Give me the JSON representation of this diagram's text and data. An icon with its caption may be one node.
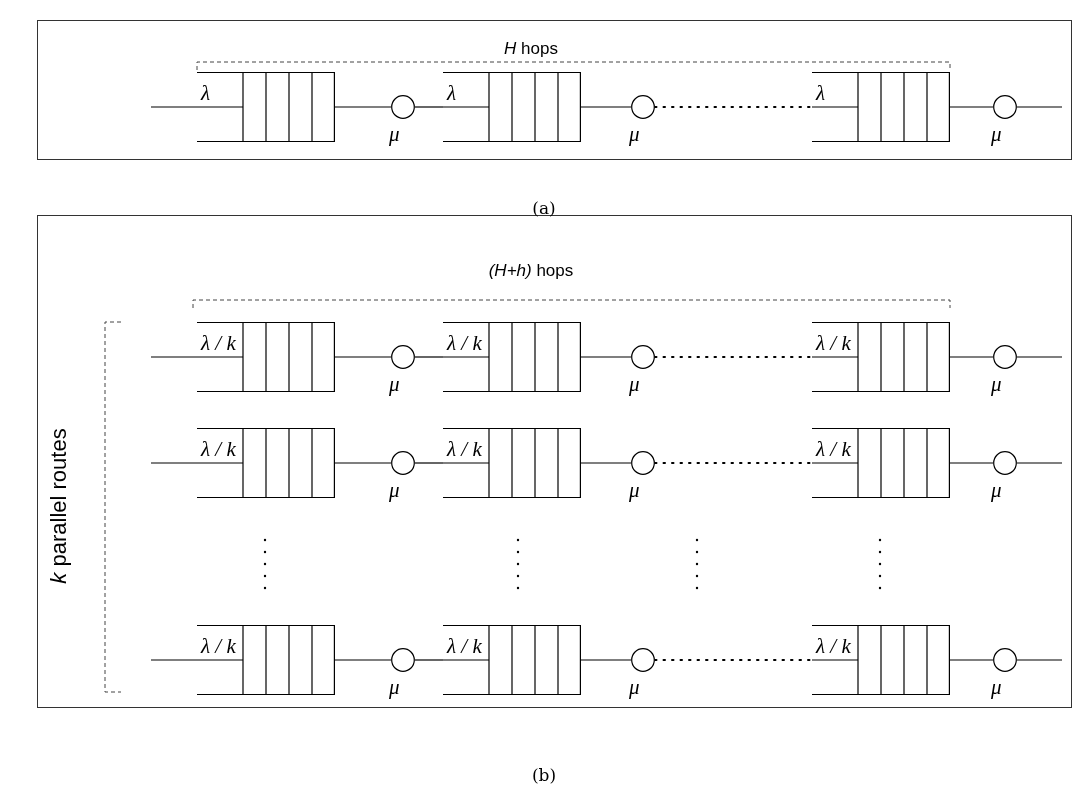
{
  "diagram": {
    "nodes": [
      {
        "text": [
          "*H* hops"
        ]
      },
      {
        "text": [
          "λ"
        ],
        "in": 0
      },
      {
        "text": [],
        "shape": "circle",
        "in": 0,
        "beside": [
          "μ"
        ]
      },
      {
        "text": [
          "λ"
        ],
        "in": 0
      },
      {
        "text": [],
        "shape": "circle",
        "in": 0,
        "beside": [
          "μ"
        ]
      },
      {
        "text": [
          "λ"
        ],
        "in": 0
      },
      {
        "text": [],
        "shape": "circle",
        "in": 0,
        "beside": [
          "μ"
        ]
      },
      {
        "text": [
          "*(H+h)* hops",
          "*k* parallel routes"
        ]
      },
      {
        "text": [
          "λ / k"
        ],
        "in": 7
      },
      {
        "text": [],
        "shape": "circle",
        "in": 7,
        "beside": [
          "μ"
        ]
      },
      {
        "text": [
          "λ / k"
        ],
        "in": 7
      },
      {
        "text": [],
        "shape": "circle",
        "in": 7,
        "beside": [
          "μ"
        ]
      },
      {
        "text": [
          "λ / k"
        ],
        "in": 7
      },
      {
        "text": [],
        "shape": "circle",
        "in": 7,
        "beside": [
          "μ"
        ]
      },
      {
        "text": [
          "λ / k"
        ],
        "in": 7
      },
      {
        "text": [],
        "shape": "circle",
        "in": 7,
        "beside": [
          "μ"
        ]
      },
      {
        "text": [
          "λ / k"
        ],
        "in": 7
      },
      {
        "text": [],
        "shape": "circle",
        "in": 7,
        "beside": [
          "μ"
        ]
      },
      {
        "text": [
          "λ / k"
        ],
        "in": 7
      },
      {
        "text": [],
        "shape": "circle",
        "in": 7,
        "beside": [
          "μ"
        ]
      },
      {
        "text": [
          "λ / k"
        ],
        "in": 7
      },
      {
        "text": [],
        "shape": "circle",
        "in": 7,
        "beside": [
          "μ"
        ]
      },
      {
        "text": [
          "λ / k"
        ],
        "in": 7
      },
      {
        "text": [],
        "shape": "circle",
        "in": 7,
        "beside": [
          "μ"
        ]
      },
      {
        "text": [
          "λ / k"
        ],
        "in": 7
      },
      {
        "text": [],
        "shape": "circle",
        "in": 7,
        "beside": [
          "μ"
        ]
      }
    ],
    "edges": [
      {
        "from": null,
        "to": 1,
        "arrow": "none"
      },
      {
        "from": 1,
        "to": 2,
        "arrow": "none"
      },
      {
        "from": 2,
        "to": 3,
        "arrow": "none"
      },
      {
        "from": 3,
        "to": 4,
        "arrow": "none"
      },
      {
        "from": 4,
        "to": 5,
        "arrow": "none",
        "style": "dashed"
      },
      {
        "from": 5,
        "to": 6,
        "arrow": "none"
      },
      {
        "from": 6,
        "to": null,
        "arrow": "none"
      },
      {
        "from": null,
        "to": 8,
        "arrow": "none"
      },
      {
        "from": 8,
        "to": 9,
        "arrow": "none"
      },
      {
        "from": 9,
        "to": 10,
        "arrow": "none"
      },
      {
        "from": 10,
        "to": 11,
        "arrow": "none"
      },
      {
        "from": 11,
        "to": 12,
        "arrow": "none",
        "style": "dashed"
      },
      {
        "from": 12,
        "to": 13,
        "arrow": "none"
      },
      {
        "from": 13,
        "to": null,
        "arrow": "none"
      },
      {
        "from": null,
        "to": 14,
        "arrow": "none"
      },
      {
        "from": 14,
        "to": 15,
        "arrow": "none"
      },
      {
        "from": 15,
        "to": 16,
        "arrow": "none"
      },
      {
        "from": 16,
        "to": 17,
        "arrow": "none"
      },
      {
        "from": 17,
        "to": 18,
        "arrow": "none",
        "style": "dashed"
      },
      {
        "from": 18,
        "to": 19,
        "arrow": "none"
      },
      {
        "from": 19,
        "to": null,
        "arrow": "none"
      },
      {
        "from": null,
        "to": 20,
        "arrow": "none"
      },
      {
        "from": 20,
        "to": 21,
        "arrow": "none"
      },
      {
        "from": 21,
        "to": 22,
        "arrow": "none"
      },
      {
        "from": 22,
        "to": 23,
        "arrow": "none"
      },
      {
        "from": 23,
        "to": 24,
        "arrow": "none",
        "style": "dashed"
      },
      {
        "from": 24,
        "to": 25,
        "arrow": "none"
      },
      {
        "from": 25,
        "to": null,
        "arrow": "none"
      }
    ],
    "labels": [
      "(a)",
      "(b)"
    ]
  }
}
